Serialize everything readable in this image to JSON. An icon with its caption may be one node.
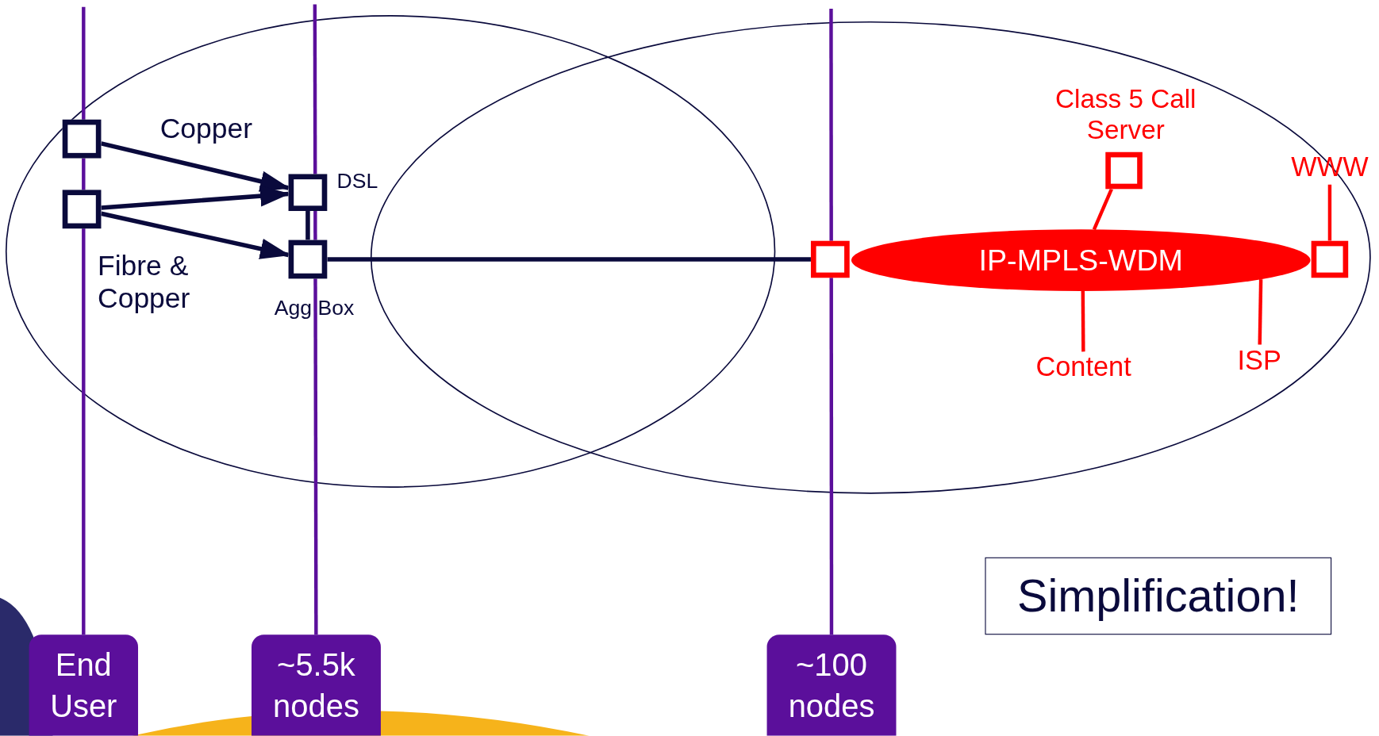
{
  "diagram": {
    "nodes": [
      {
        "text": [],
        "shape": "box"
      },
      {
        "text": [],
        "shape": "box"
      },
      {
        "text": [],
        "shape": "box",
        "beside": [
          "DSL"
        ]
      },
      {
        "text": [],
        "shape": "box",
        "beside": [
          "Agg Box"
        ]
      },
      {
        "text": [],
        "shape": "box"
      },
      {
        "text": [
          "IP-MPLS-WDM"
        ]
      },
      {
        "text": [],
        "shape": "box",
        "beside": [
          "Class 5 Call Server"
        ]
      },
      {
        "text": [
          "WWW"
        ]
      },
      {
        "text": [],
        "shape": "box"
      },
      {
        "text": [
          "Content"
        ]
      },
      {
        "text": [
          "ISP"
        ]
      },
      {
        "text": [
          "Simplification!"
        ]
      },
      {
        "text": [
          "End User"
        ]
      },
      {
        "text": [
          "~5.5k nodes"
        ]
      },
      {
        "text": [
          "~100 nodes"
        ]
      }
    ],
    "edges": [
      {
        "from": 0,
        "to": 2,
        "arrow": "to",
        "label": "Copper"
      },
      {
        "from": 1,
        "to": 2,
        "arrow": "to"
      },
      {
        "from": 1,
        "to": 3,
        "arrow": "to",
        "label": "Fibre & Copper"
      },
      {
        "from": 2,
        "to": 3,
        "arrow": "none"
      },
      {
        "from": 3,
        "to": 4,
        "arrow": "none"
      },
      {
        "from": 6,
        "to": 5,
        "arrow": "none",
        "color": "#ff0000"
      },
      {
        "from": 8,
        "to": 7,
        "arrow": "none",
        "color": "#ff0000"
      },
      {
        "from": 5,
        "to": 9,
        "arrow": "none",
        "color": "#ff0000"
      },
      {
        "from": 5,
        "to": 10,
        "arrow": "none",
        "color": "#ff0000"
      },
      {
        "from": 12,
        "to": null,
        "arrow": "none",
        "color": "#5b0f9b"
      },
      {
        "from": 13,
        "to": null,
        "arrow": "none",
        "color": "#5b0f9b"
      },
      {
        "from": 14,
        "to": null,
        "arrow": "none",
        "color": "#5b0f9b"
      }
    ]
  }
}
